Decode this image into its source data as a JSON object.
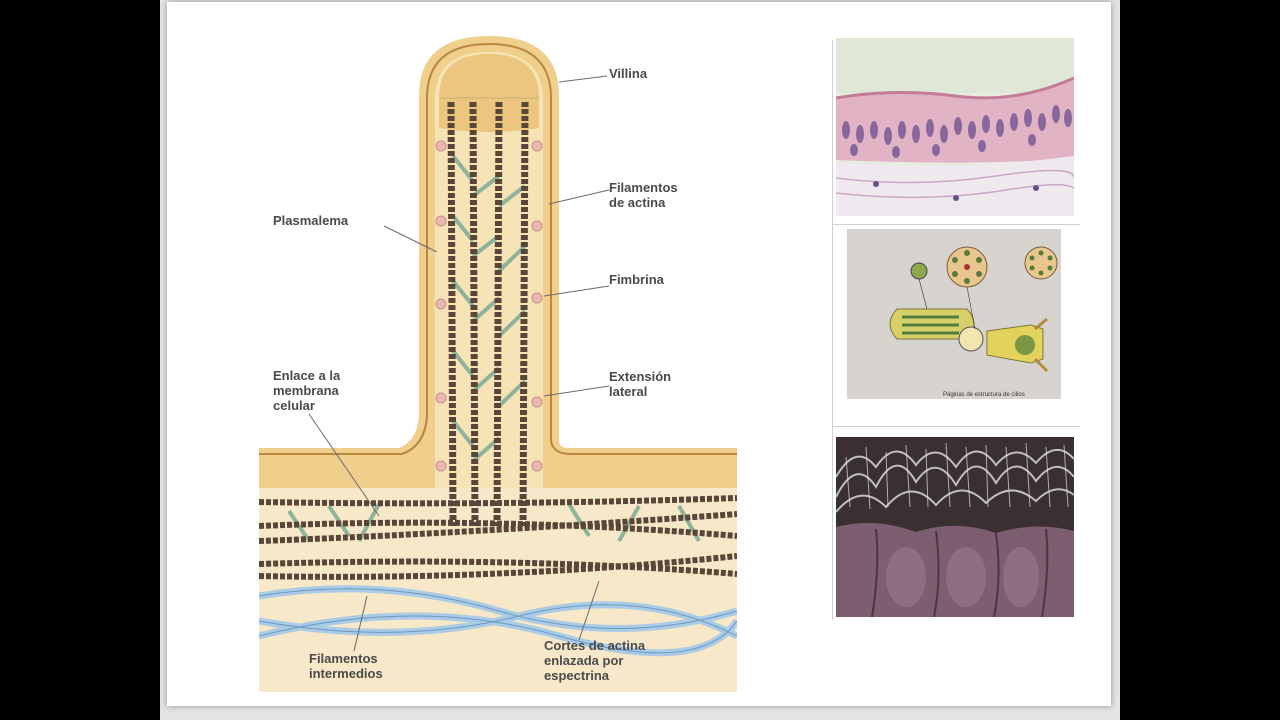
{
  "diagram": {
    "labels": {
      "villina": "Villina",
      "filamentos_actina": "Filamentos\nde actina",
      "plasmalema": "Plasmalema",
      "fimbrina": "Fimbrina",
      "enlace": "Enlace a la\nmembrana\ncelular",
      "extension": "Extensión\nlateral",
      "filamentos_intermedios": "Filamentos\nintermedios",
      "cortes": "Cortes de actina\nenlazada por\nespectrina"
    },
    "colors": {
      "cytoplasm": "#f2d7a0",
      "membrane": "#b8883f",
      "actin": "#5a4638",
      "crosslink": "#8eb39a",
      "intermediate": "#a9cbe6",
      "fimbrina_dot": "#e9b8b0",
      "villina_cap": "#ecc57e"
    }
  },
  "photos": {
    "epithelium": {
      "description_icon": "histology-micrograph"
    },
    "flagellum": {
      "icon": "cilia-structure-drawing",
      "caption": "Páginas de estructura de cilios"
    },
    "sem": {
      "icon": "sem-micrograph"
    }
  }
}
